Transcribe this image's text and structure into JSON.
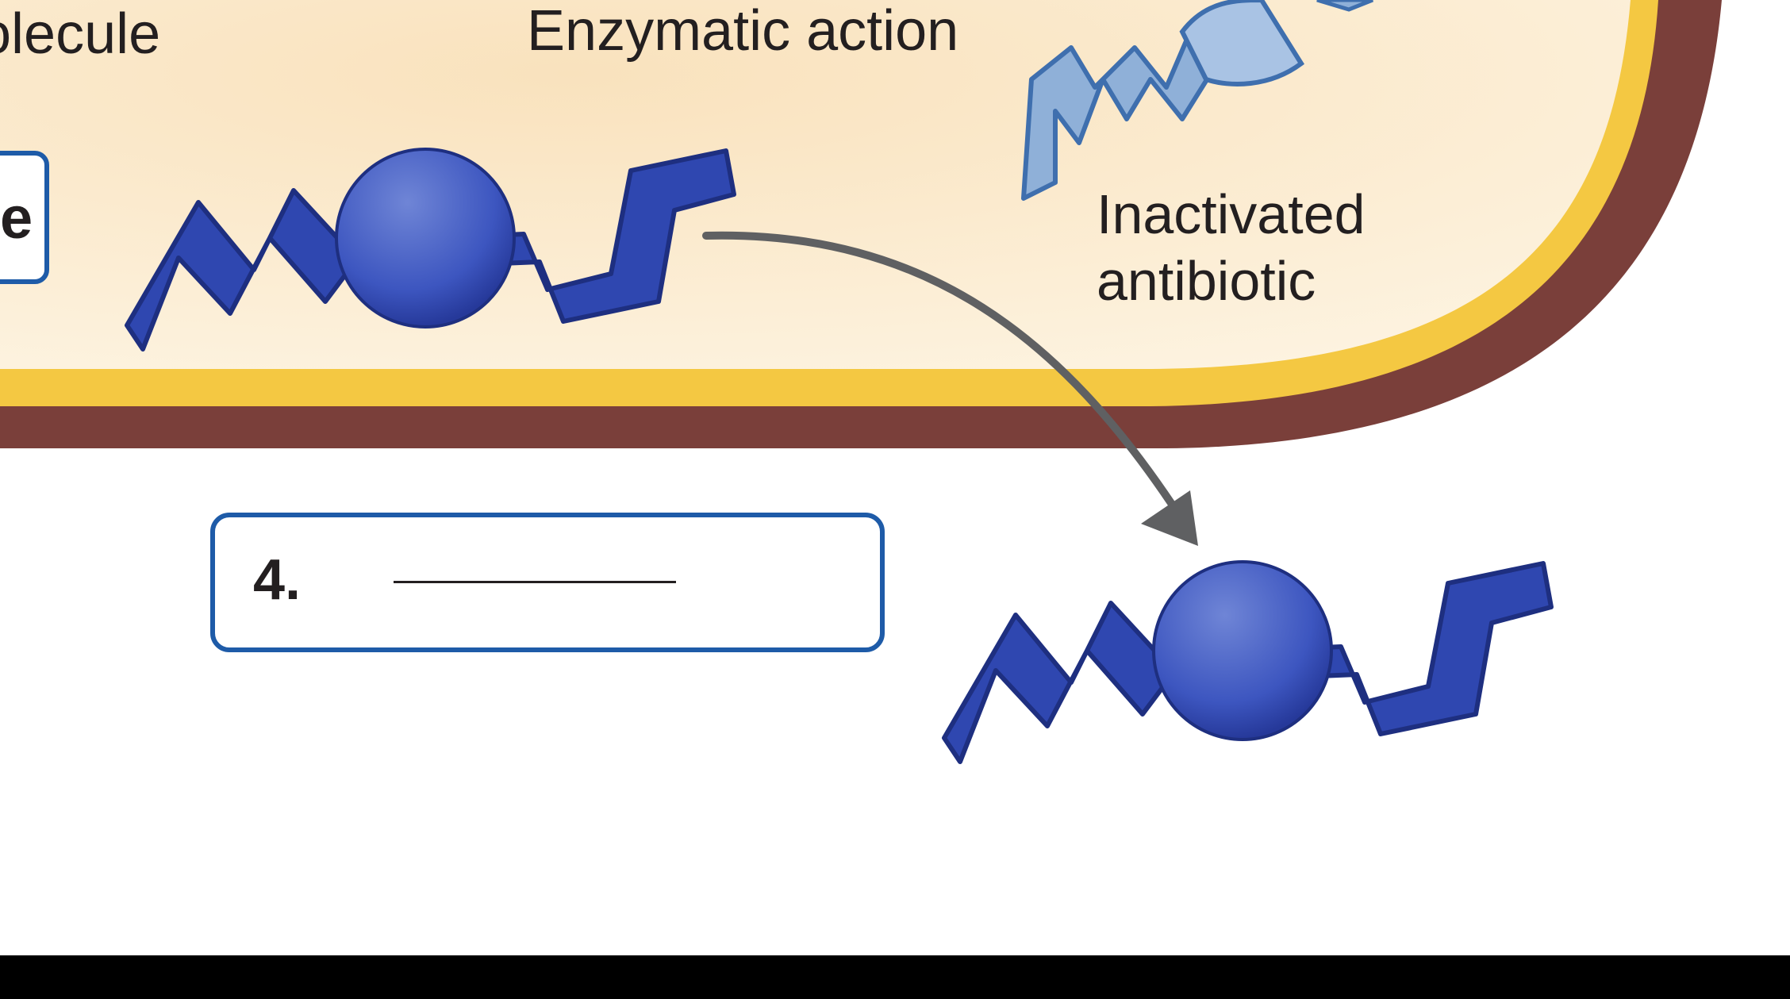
{
  "labels": {
    "molecule_partial": "olecule",
    "enzymatic_action": "Enzymatic action",
    "inactivated_line1": "Inactivated",
    "inactivated_line2": "antibiotic",
    "box_partial_letter": "e"
  },
  "answer_box": {
    "number": "4."
  },
  "colors": {
    "cytoplasm": "#fbecd2",
    "membrane_inner": "#f4c842",
    "cell_wall": "#7a3f3a",
    "antibiotic_blue": "#2f47b0",
    "inactivated_blue": "#8fb0d8",
    "arrow_gray": "#5f6062",
    "box_border": "#1e5ba8"
  },
  "icons": {
    "antibiotic_molecule": "antibiotic-molecule-icon",
    "inactivated_antibiotic": "inactivated-antibiotic-icon",
    "arrow": "curved-arrow-icon"
  }
}
